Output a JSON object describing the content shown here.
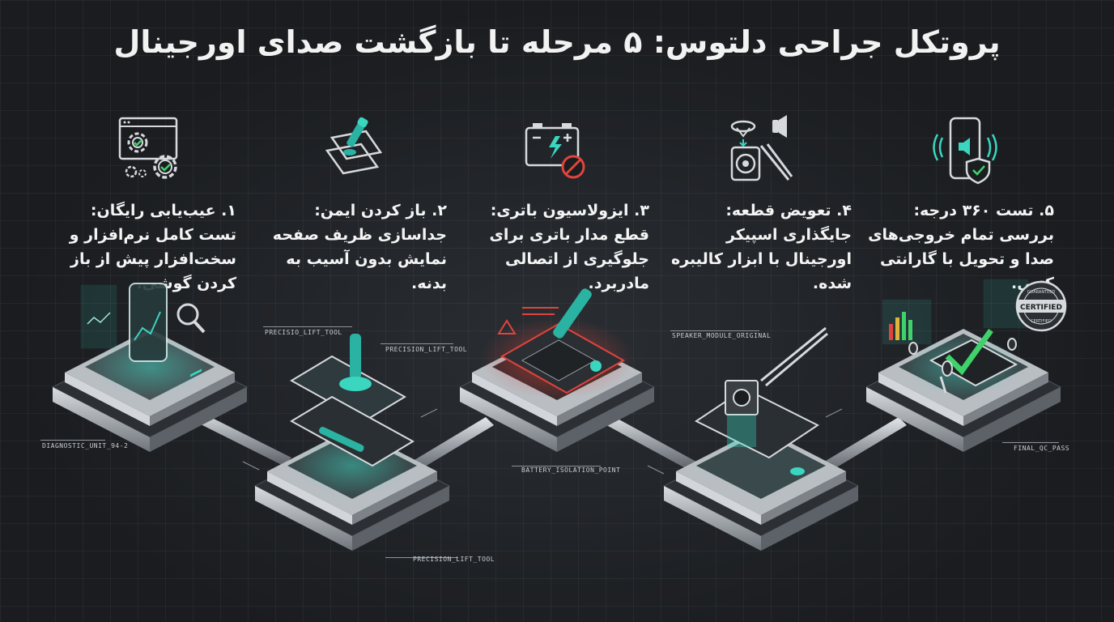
{
  "title": "پروتکل جراحی دلتوس: ۵ مرحله تا بازگشت صدای اورجینال",
  "steps": [
    {
      "text": "۱. عیب‌یابی رایگان: تست کامل نرم‌افزار و سخت‌افزار پیش از باز کردن گوشی.",
      "icon": "diagnostic-gears-icon"
    },
    {
      "text": "۲. باز کردن ایمن: جداسازی ظریف صفحه نمایش بدون آسیب به بدنه.",
      "icon": "screen-separation-tool-icon"
    },
    {
      "text": "۳. ایزولاسیون باتری: قطع مدار باتری برای جلوگیری از اتصالی مادربرد.",
      "icon": "battery-isolation-icon"
    },
    {
      "text": "۴. تعویض قطعه: جایگذاری اسپیکر اورجینال با ابزار کالیبره شده.",
      "icon": "speaker-replacement-icon"
    },
    {
      "text": "۵. تست ۳۶۰ درجه: بررسی تمام خروجی‌های صدا و تحویل با گارانتی کتبی.",
      "icon": "phone-sound-shield-icon"
    }
  ],
  "labels": {
    "diag": "DIAGNOSTIC_UNIT_94-2",
    "lift1": "PRECISIO_LIFT_TOOL",
    "lift2": "PRECISION_LIFT_TOOL",
    "lift3": "PRECISION_LIFT_TOOL",
    "battery": "BATTERY_ISOLATION_POINT",
    "speaker": "SPEAKER_MODULE_ORIGINAL",
    "final": "FINAL_QC_PASS"
  },
  "badge": {
    "main": "CERTIFIED",
    "ring_top": "GUARANTEED",
    "ring_bottom": "CERTIFIED"
  },
  "colors": {
    "accent": "#3ad6c0",
    "alert": "#e0443c",
    "check": "#3fd26b",
    "background": "#1b1e21"
  }
}
